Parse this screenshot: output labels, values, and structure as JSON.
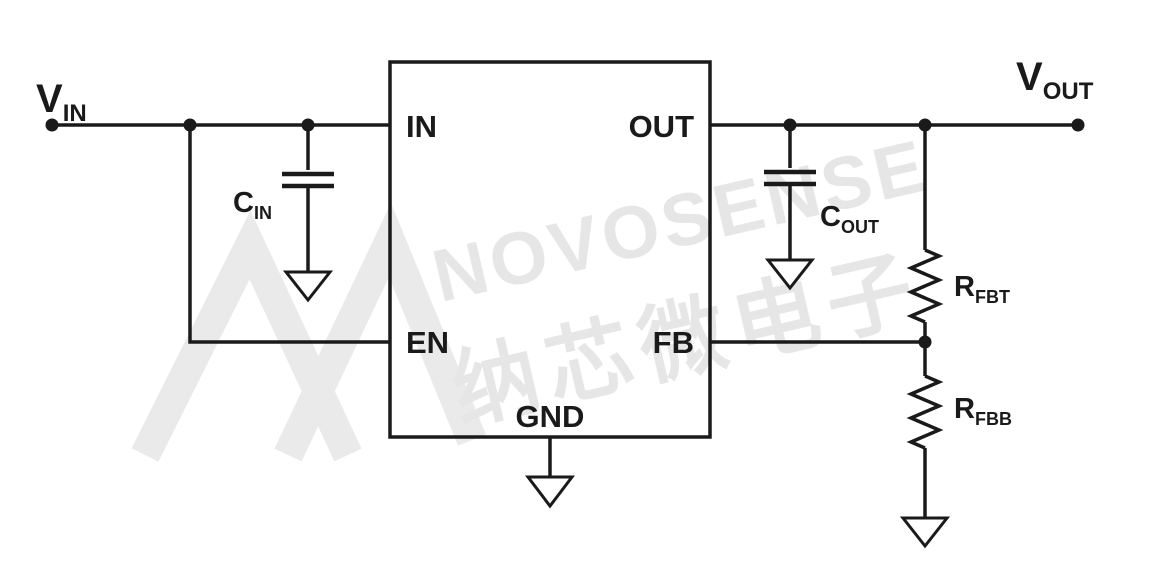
{
  "diagram": {
    "type": "circuit-schematic",
    "description": "LDO regulator typical application circuit",
    "labels": {
      "vin": {
        "main": "V",
        "sub": "IN"
      },
      "vout": {
        "main": "V",
        "sub": "OUT"
      },
      "cin": {
        "main": "C",
        "sub": "IN"
      },
      "cout": {
        "main": "C",
        "sub": "OUT"
      },
      "rfbt": {
        "main": "R",
        "sub": "FBT"
      },
      "rfbb": {
        "main": "R",
        "sub": "FBB"
      }
    },
    "ic": {
      "pins": {
        "in": "IN",
        "out": "OUT",
        "en": "EN",
        "fb": "FB",
        "gnd": "GND"
      }
    },
    "watermark": {
      "line1": "NOVOSENSE",
      "line2": "纳芯微电子",
      "color": "#e2e2e2"
    },
    "colors": {
      "line": "#1a1a1a",
      "background": "#ffffff"
    }
  }
}
